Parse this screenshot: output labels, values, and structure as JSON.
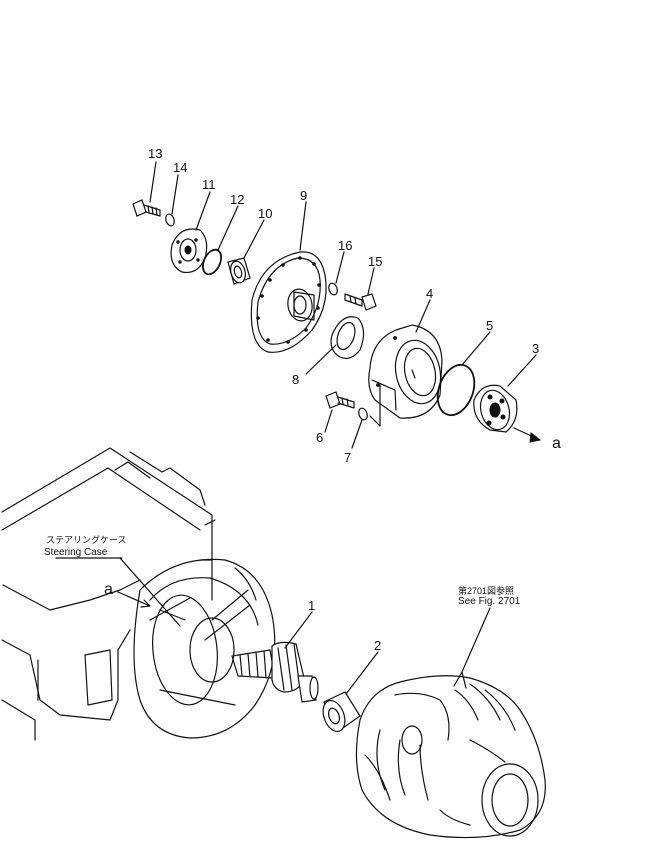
{
  "callouts": [
    {
      "id": "13",
      "label": "13"
    },
    {
      "id": "14",
      "label": "14"
    },
    {
      "id": "11",
      "label": "11"
    },
    {
      "id": "12",
      "label": "12"
    },
    {
      "id": "10",
      "label": "10"
    },
    {
      "id": "9",
      "label": "9"
    },
    {
      "id": "16",
      "label": "16"
    },
    {
      "id": "15",
      "label": "15"
    },
    {
      "id": "4",
      "label": "4"
    },
    {
      "id": "5",
      "label": "5"
    },
    {
      "id": "3",
      "label": "3"
    },
    {
      "id": "8",
      "label": "8"
    },
    {
      "id": "6",
      "label": "6"
    },
    {
      "id": "7",
      "label": "7"
    },
    {
      "id": "1",
      "label": "1"
    },
    {
      "id": "2",
      "label": "2"
    }
  ],
  "refs": {
    "a_right": "a",
    "a_left": "a"
  },
  "labels": {
    "steering_case_jp": "ステアリングケース",
    "steering_case_en": "Steering Case",
    "see_fig_jp": "第2701図参照",
    "see_fig_en": "See Fig. 2701"
  }
}
